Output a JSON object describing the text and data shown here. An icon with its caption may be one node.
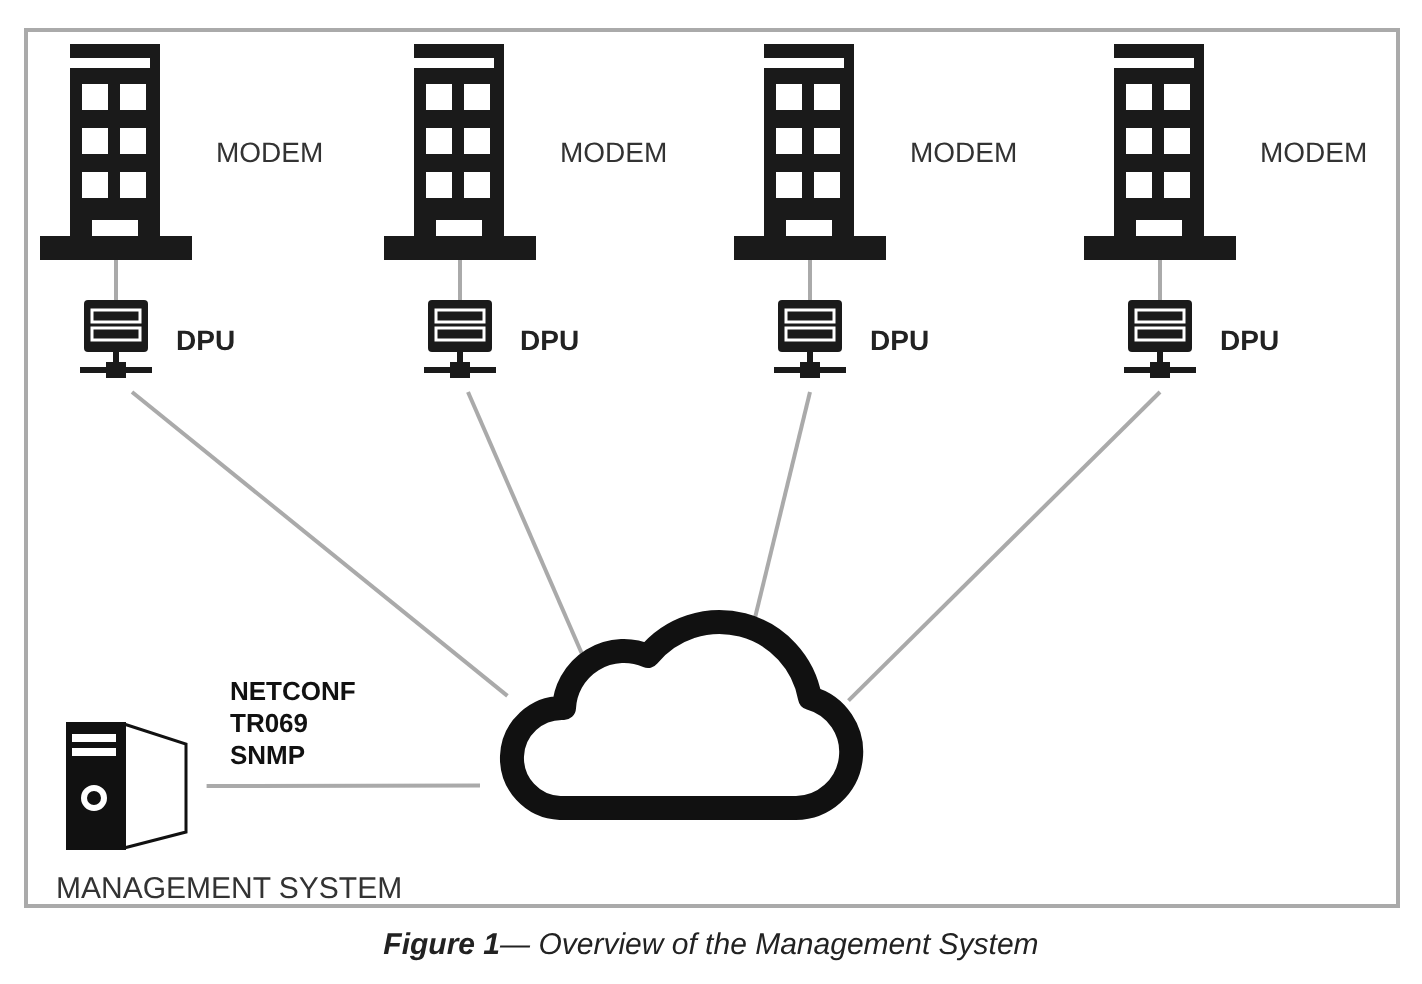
{
  "diagram": {
    "caption": "**Figure 1**— Overview of the Management System",
    "nodes": [
      {
        "text": [],
        "shape": "picture",
        "beside": [
          "MODEM"
        ]
      },
      {
        "text": [],
        "shape": "picture",
        "beside": [
          "MODEM"
        ]
      },
      {
        "text": [],
        "shape": "picture",
        "beside": [
          "MODEM"
        ]
      },
      {
        "text": [],
        "shape": "picture",
        "beside": [
          "MODEM"
        ]
      },
      {
        "text": [],
        "shape": "picture",
        "beside": [
          "DPU"
        ]
      },
      {
        "text": [],
        "shape": "picture",
        "beside": [
          "DPU"
        ]
      },
      {
        "text": [],
        "shape": "picture",
        "beside": [
          "DPU"
        ]
      },
      {
        "text": [],
        "shape": "picture",
        "beside": [
          "DPU"
        ]
      },
      {
        "text": [],
        "shape": "cloud"
      },
      {
        "text": [],
        "shape": "computer",
        "beside": [
          "MANAGEMENT SYSTEM"
        ]
      }
    ],
    "edges": [
      {
        "from": 0,
        "to": 4,
        "arrow": "none"
      },
      {
        "from": 1,
        "to": 5,
        "arrow": "none"
      },
      {
        "from": 2,
        "to": 6,
        "arrow": "none"
      },
      {
        "from": 3,
        "to": 7,
        "arrow": "none"
      },
      {
        "from": 4,
        "to": 8,
        "arrow": "none"
      },
      {
        "from": 5,
        "to": 8,
        "arrow": "none"
      },
      {
        "from": 6,
        "to": 8,
        "arrow": "none"
      },
      {
        "from": 7,
        "to": 8,
        "arrow": "none"
      },
      {
        "from": 9,
        "to": 8,
        "arrow": "none"
      }
    ],
    "labels": [
      "NETCONF",
      "TR069",
      "SNMP"
    ]
  }
}
